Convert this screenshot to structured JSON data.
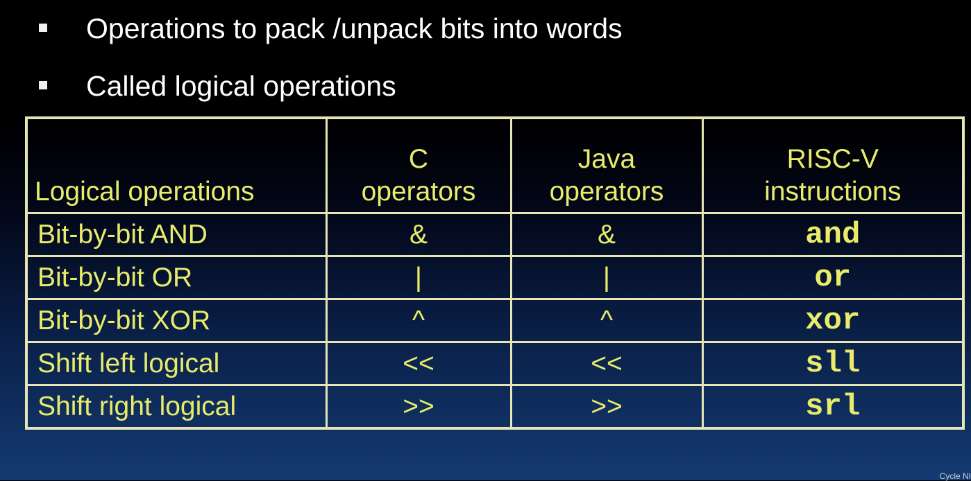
{
  "bullets": [
    "Operations to pack /unpack bits into words",
    "Called logical operations"
  ],
  "table": {
    "headers": [
      [
        "Logical operations"
      ],
      [
        "C",
        "operators"
      ],
      [
        "Java",
        "operators"
      ],
      [
        "RISC-V",
        "instructions"
      ]
    ],
    "rows": [
      {
        "operation": "Bit-by-bit AND",
        "c": "&",
        "java": "&",
        "riscv": "and"
      },
      {
        "operation": "Bit-by-bit OR",
        "c": "|",
        "java": "|",
        "riscv": "or"
      },
      {
        "operation": "Bit-by-bit XOR",
        "c": "^",
        "java": "^",
        "riscv": "xor"
      },
      {
        "operation": "Shift left logical",
        "c": "<<",
        "java": "<<",
        "riscv": "sll"
      },
      {
        "operation": "Shift right logical",
        "c": ">>",
        "java": ">>",
        "riscv": "srl"
      }
    ]
  },
  "credit": "Cycle NI"
}
